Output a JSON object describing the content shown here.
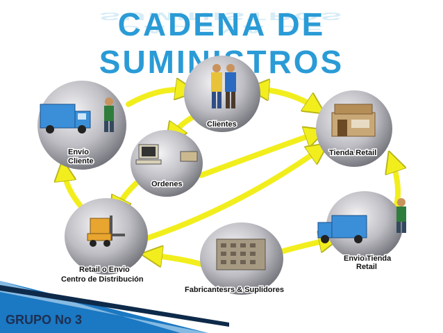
{
  "title": "CADENA DE SUMINISTROS",
  "group_label": "GRUPO No 3",
  "nodes": {
    "clientes": "Clientes",
    "tienda_retail": "Tienda Retail",
    "envio_tienda_retail_line1": "Envio Tienda",
    "envio_tienda_retail_line2": "Retail",
    "fabricantes": "Fabricantesrs & Suplidores",
    "centro_line1": "Retail o Envio",
    "centro_line2": "Centro de Distribución",
    "envio_cliente_line1": "Envío",
    "envio_cliente_line2": "Cliente",
    "ordenes": "Ordenes"
  },
  "colors": {
    "title": "#2a9bd6",
    "arrow": "#f2ee1e",
    "circle": "#9a9aa0",
    "accent_stripe": "#1b78c2",
    "group_text": "#1d2f52"
  }
}
